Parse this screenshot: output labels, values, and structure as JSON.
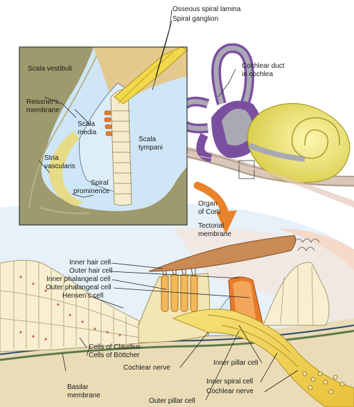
{
  "labels": {
    "osseous_spiral_lamina": "Osseous spiral lamina",
    "spiral_ganglion": "Spiral ganglion",
    "cochlear_duct": "Cochlear duct",
    "in_cochlea": "in cochlea",
    "scala_vestibuli": "Scala vestibuli",
    "reissners_1": "Reissner's",
    "reissners_2": "membrane",
    "scala_media_1": "Scala",
    "scala_media_2": "media",
    "scala_tympani_1": "Scala",
    "scala_tympani_2": "tympani",
    "stria_1": "Stria",
    "stria_2": "vascularis",
    "spiral_prom_1": "Spiral",
    "spiral_prom_2": "prominence",
    "organ_1": "Organ",
    "organ_2": "of Corti",
    "tectorial_1": "Tectorial",
    "tectorial_2": "membrane",
    "inner_hair_cell": "Inner hair cell",
    "outer_hair_cell": "Outer hair cell",
    "inner_phalangeal_cell": "Inner phalangeal cell",
    "outer_phalangeal_cell": "Outer phalangeal cell",
    "hensens_cell": "Hensen's cell",
    "cells_of_claudius": "Cells of Claudius",
    "cells_of_bottcher": "Cells of Böttcher",
    "cochlear_nerve_left": "Cochlear nerve",
    "inner_pillar_cell": "Inner pillar cell",
    "inner_spiral_cell": "Inner spiral cell",
    "cochlear_nerve_right": "Cochlear nerve",
    "basilar_1": "Basilar",
    "basilar_2": "membrane",
    "outer_pillar_cell": "Outer pillar cell"
  },
  "colors": {
    "fluid_blue": "#cfe6f7",
    "bone_olive": "#9e9a6d",
    "cochlea_yellow": "#e8e070",
    "canal_purple": "#7a4fa0",
    "membrane_brown": "#b87a4a",
    "nerve_yellow": "#f1d94a",
    "arrow_orange": "#e8822b",
    "cell_cream": "#f7efcf",
    "hair_orange": "#e77b2a",
    "nucleus_red": "#c8654b"
  }
}
